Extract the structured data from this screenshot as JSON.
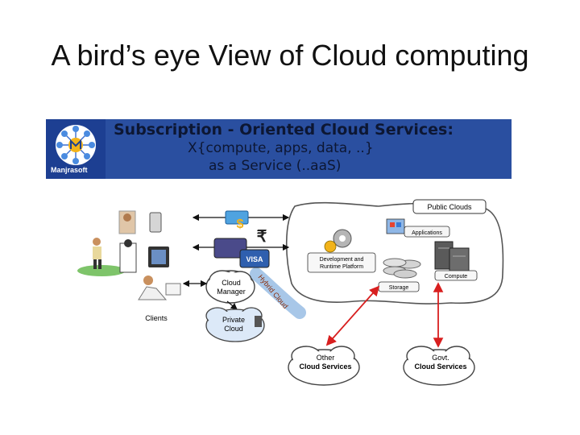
{
  "title": "A bird’s eye View of Cloud computing",
  "banner": {
    "line1": "Subscription - Oriented Cloud Services:",
    "line2": "X{compute, apps, data, ..}",
    "line3": "as a Service (..aaS)",
    "logo_text": "Manjrasoft"
  },
  "diagram": {
    "public_clouds": "Public Clouds",
    "applications": "Applications",
    "dev_platform_1": "Development and",
    "dev_platform_2": "Runtime Platform",
    "compute": "Compute",
    "storage": "Storage",
    "cloud_manager_1": "Cloud",
    "cloud_manager_2": "Manager",
    "hybrid_cloud": "Hybrid Cloud",
    "private_cloud_1": "Private",
    "private_cloud_2": "Cloud",
    "clients": "Clients",
    "other_services_1": "Other",
    "other_services_2": "Cloud Services",
    "govt_services_1": "Govt.",
    "govt_services_2": "Cloud Services",
    "currency_symbol": "₹",
    "visa": "VISA"
  }
}
